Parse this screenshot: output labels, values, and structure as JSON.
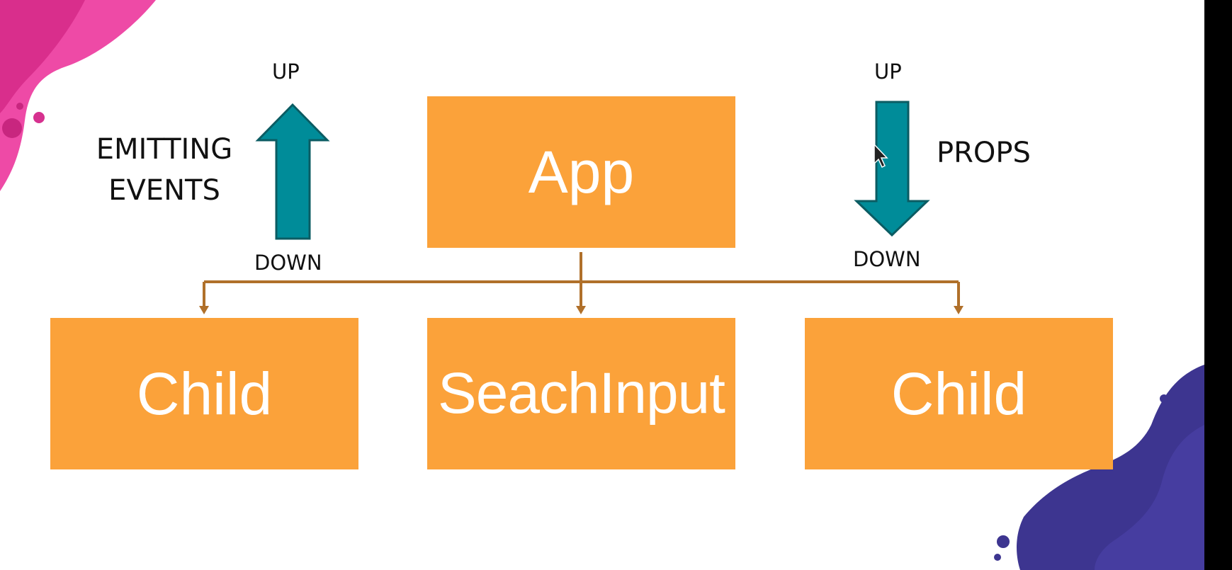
{
  "nodes": {
    "root": "App",
    "left_child": "Child",
    "middle_child": "SeachInput",
    "right_child": "Child"
  },
  "left_indicator": {
    "label_line1": "EMITTING",
    "label_line2": "EVENTS",
    "top_label": "UP",
    "bottom_label": "DOWN",
    "direction": "up"
  },
  "right_indicator": {
    "label": "PROPS",
    "top_label": "UP",
    "bottom_label": "DOWN",
    "direction": "down"
  },
  "colors": {
    "box_fill": "#fba23a",
    "box_text": "#ffffff",
    "connector": "#b0702a",
    "arrow_fill": "#008c99",
    "arrow_stroke": "#0b5c63",
    "blob_pink": "#e8399a",
    "blob_purple": "#3d3590"
  }
}
